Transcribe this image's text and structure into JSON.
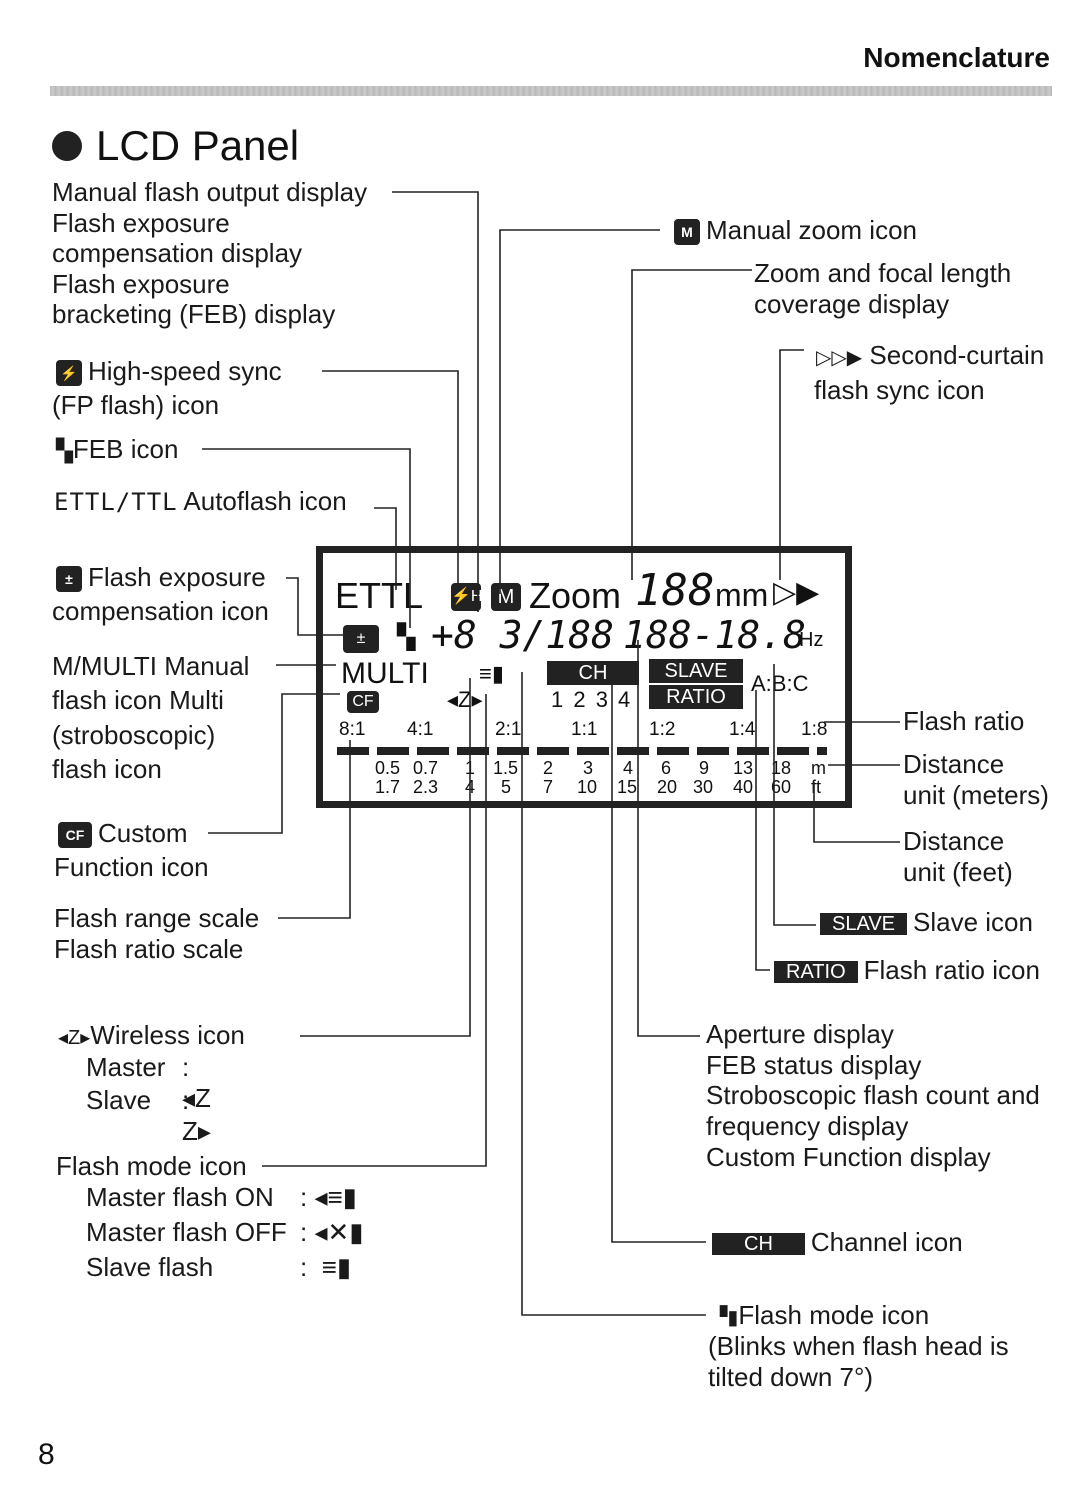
{
  "header": {
    "section": "Nomenclature",
    "page_number": "8"
  },
  "title": "LCD Panel",
  "left_labels": {
    "manual_output": "Manual flash output display",
    "fec_display_1": "Flash exposure",
    "fec_display_2": "compensation display",
    "feb_display_1": "Flash exposure",
    "feb_display_2": "bracketing (FEB) display",
    "hss_1": "High-speed sync",
    "hss_2": "(FP flash) icon",
    "feb_icon": "FEB icon",
    "ettl_prefix": "ETTL/TTL",
    "ettl_suffix": "Autoflash icon",
    "fec_icon_1": "Flash exposure",
    "fec_icon_2": "compensation icon",
    "multi_prefix": "M/MULTI",
    "multi_1": "Manual",
    "multi_2": "flash icon Multi",
    "multi_3": "(stroboscopic)",
    "multi_4": "flash icon",
    "custom_1": "Custom",
    "custom_2": "Function icon",
    "range_scale": "Flash range scale",
    "ratio_scale": "Flash ratio scale",
    "wireless": "Wireless icon",
    "master": "Master",
    "slave": "Slave",
    "flash_mode": "Flash mode icon",
    "master_on": "Master flash ON",
    "master_off": "Master flash OFF",
    "slave_flash": "Slave flash"
  },
  "right_labels": {
    "manual_zoom": "Manual zoom icon",
    "zoom_1": "Zoom and focal length",
    "zoom_2": "coverage display",
    "second_curtain_1": "Second-curtain",
    "second_curtain_2": "flash sync icon",
    "flash_ratio": "Flash ratio",
    "dist_m_1": "Distance",
    "dist_m_2": "unit (meters)",
    "dist_ft_1": "Distance",
    "dist_ft_2": "unit (feet)",
    "slave_badge": "SLAVE",
    "slave_icon": "Slave icon",
    "ratio_badge": "RATIO",
    "ratio_icon": "Flash ratio icon",
    "aperture_1": "Aperture display",
    "aperture_2": "FEB status display",
    "aperture_3": "Stroboscopic flash count and",
    "aperture_4": "frequency display",
    "aperture_5": "Custom Function display",
    "ch_badge": "CH",
    "channel_icon": "Channel icon",
    "mode_icon_1": "Flash mode icon",
    "mode_icon_2": "(Blinks when flash head is",
    "mode_icon_3": "tilted down 7°)"
  },
  "lcd": {
    "ettl": "ETTL",
    "zoom": "Zoom",
    "zoom_digits": "188",
    "mm": "mm",
    "fec_digits": "+8 3/188",
    "aperture_digits": "188-18.8",
    "hz": "Hz",
    "multi": "MULTI",
    "cf": "CF",
    "ch": "CH",
    "slave": "SLAVE",
    "ratio": "RATIO",
    "abc": "A:B:C",
    "channels": "1 2 3 4",
    "ratio_scale": [
      "8:1",
      "4:1",
      "2:1",
      "1:1",
      "1:2",
      "1:4",
      "1:8"
    ],
    "meters": [
      "0.5",
      "0.7",
      "1",
      "1.5",
      "2",
      "3",
      "4",
      "6",
      "9",
      "13",
      "18"
    ],
    "feet": [
      "1.7",
      "2.3",
      "4",
      "5",
      "7",
      "10",
      "15",
      "20",
      "30",
      "40",
      "60"
    ],
    "unit_m": "m",
    "unit_ft": "ft"
  },
  "icons": [
    "manual-zoom-icon",
    "high-speed-sync-icon",
    "feb-icon",
    "fec-icon",
    "cf-icon",
    "wireless-icon",
    "second-curtain-icon",
    "flash-mode-icon"
  ]
}
